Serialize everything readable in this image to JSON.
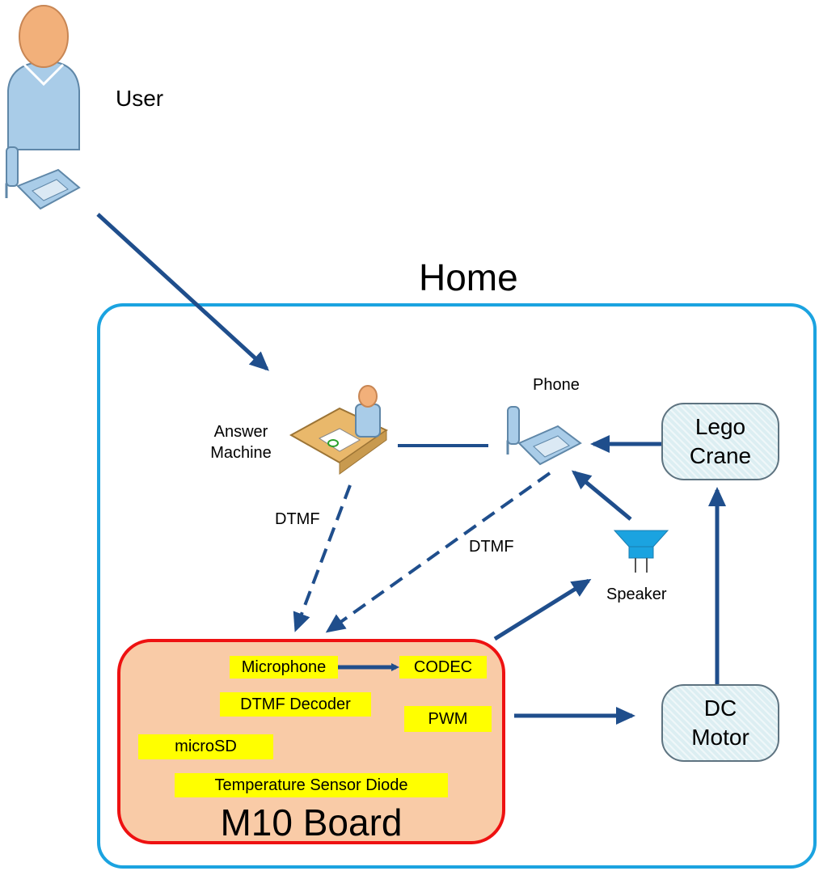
{
  "diagram": {
    "user_label": "User",
    "home_title": "Home",
    "answer_machine_line1": "Answer",
    "answer_machine_line2": "Machine",
    "phone_label": "Phone",
    "dtmf_left_label": "DTMF",
    "dtmf_right_label": "DTMF",
    "speaker_label": "Speaker",
    "lego_crane_line1": "Lego",
    "lego_crane_line2": "Crane",
    "dc_motor_line1": "DC",
    "dc_motor_line2": "Motor",
    "board_title": "M10 Board",
    "components": {
      "microphone": "Microphone",
      "codec": "CODEC",
      "dtmf_decoder": "DTMF Decoder",
      "pwm": "PWM",
      "microsd": "microSD",
      "temperature_sensor": "Temperature Sensor Diode"
    }
  },
  "colors": {
    "arrow": "#1f4e8c",
    "home_border": "#1ba3e0",
    "board_border": "#ee1111",
    "board_fill": "#f9cba7",
    "chip_fill": "#ffff00",
    "node_fill": "#dceef2"
  }
}
